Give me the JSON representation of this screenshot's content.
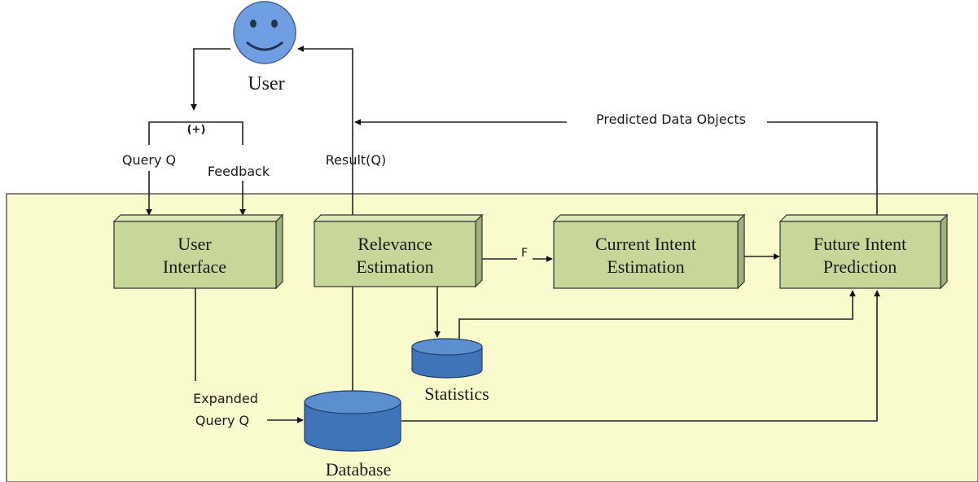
{
  "colors": {
    "panel": "#fafbcc",
    "box_front": "#c7d699",
    "box_top": "#dbe7b9",
    "box_side": "#9fb079",
    "cylinder": "#3f74b8",
    "cylinder_top": "#5b8fd0",
    "user_face": "#6f9ee3"
  },
  "icons": {
    "user": "smiley-face-icon"
  },
  "user": {
    "label": "User"
  },
  "join": {
    "symbol": "(+)"
  },
  "edges": {
    "query": "Query Q",
    "feedback": "Feedback",
    "result": "Result(Q)",
    "predicted": "Predicted Data Objects",
    "f": "F",
    "expanded_line1": "Expanded",
    "expanded_line2": "Query Q"
  },
  "boxes": {
    "ui": {
      "line1": "User",
      "line2": "Interface"
    },
    "rel": {
      "line1": "Relevance",
      "line2": "Estimation"
    },
    "current": {
      "line1": "Current Intent",
      "line2": "Estimation"
    },
    "future": {
      "line1": "Future Intent",
      "line2": "Prediction"
    }
  },
  "stores": {
    "statistics": "Statistics",
    "database": "Database"
  }
}
